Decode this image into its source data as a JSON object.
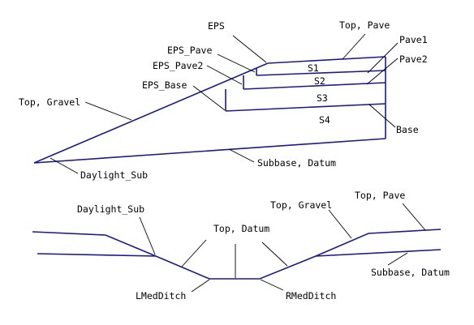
{
  "upper": {
    "labels": {
      "eps": "EPS",
      "eps_pave": "EPS_Pave",
      "eps_pave2": "EPS_Pave2",
      "eps_base": "EPS_Base",
      "top_gravel": "Top, Gravel",
      "top_pave": "Top, Pave",
      "pave1": "Pave1",
      "pave2": "Pave2",
      "base": "Base",
      "subbase_datum": "Subbase, Datum",
      "daylight_sub": "Daylight_Sub"
    },
    "regions": {
      "s1": "S1",
      "s2": "S2",
      "s3": "S3",
      "s4": "S4"
    }
  },
  "lower": {
    "labels": {
      "daylight_sub": "Daylight_Sub",
      "top_datum": "Top, Datum",
      "top_gravel": "Top, Gravel",
      "top_pave": "Top, Pave",
      "subbase_datum": "Subbase, Datum",
      "lmed_ditch": "LMedDitch",
      "rmed_ditch": "RMedDitch"
    }
  },
  "colors": {
    "section_line": "#1a1a8c",
    "leader_line": "#000000",
    "background": "#ffffff"
  }
}
